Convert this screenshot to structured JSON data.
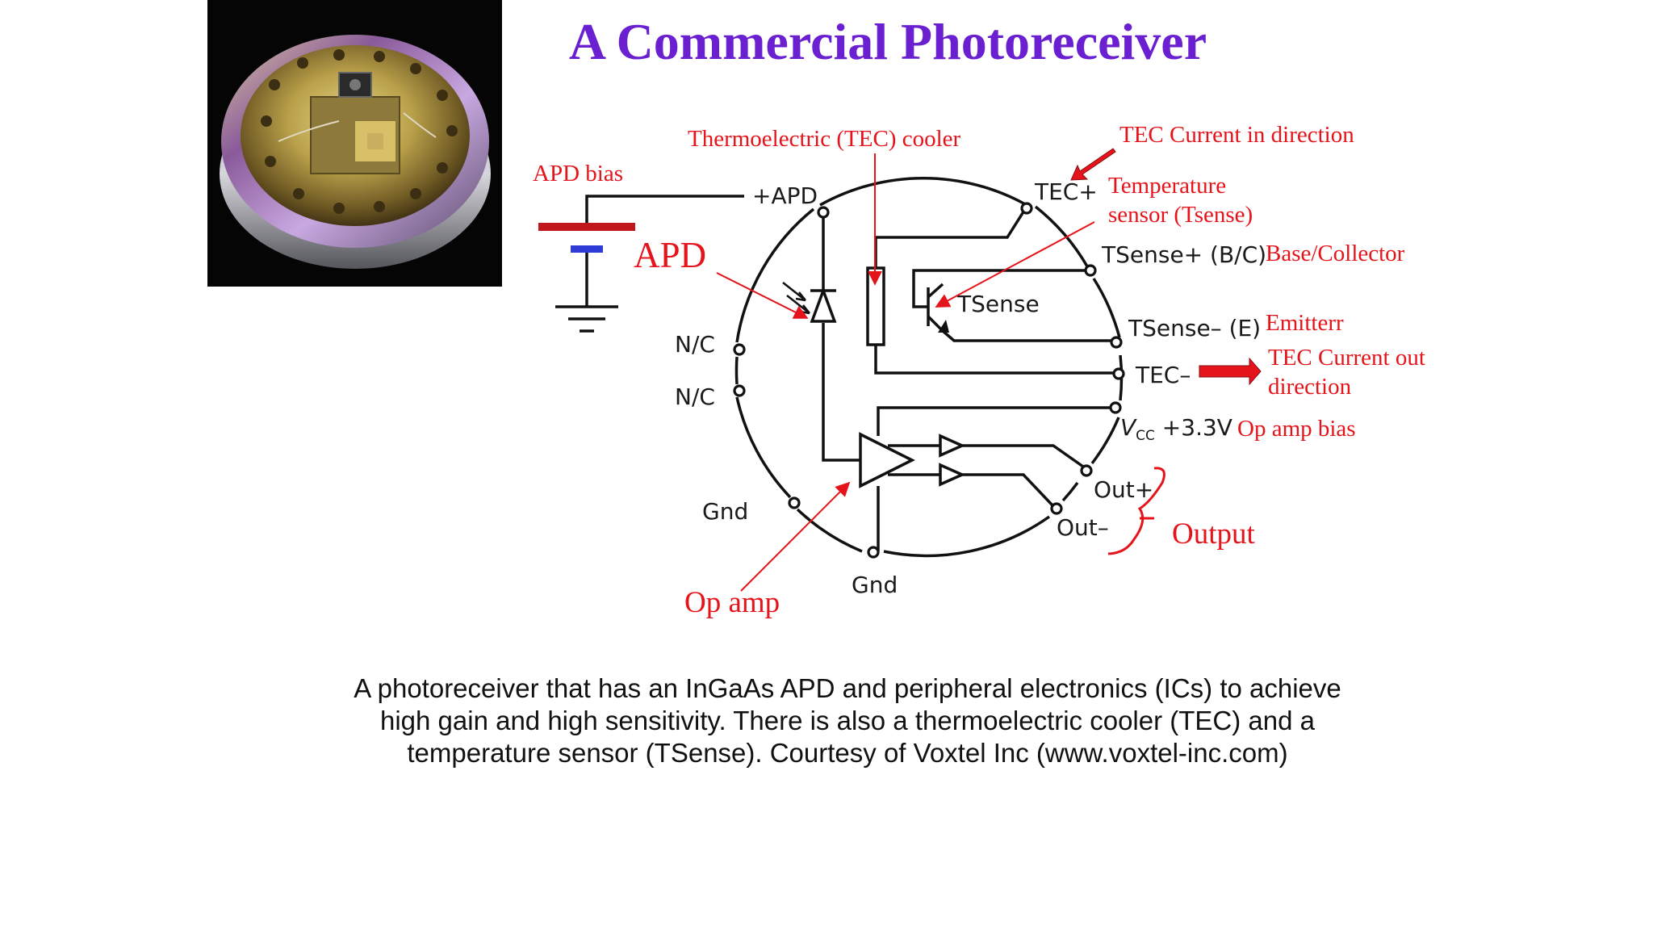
{
  "title": "A Commercial Photoreceiver",
  "annotations": {
    "apd_bias": "APD bias",
    "apd": "APD",
    "tec_cooler": "Thermoelectric (TEC) cooler",
    "tec_in": "TEC Current in direction",
    "temp_sensor_line1": "Temperature",
    "temp_sensor_line2": "sensor (Tsense)",
    "base_collector": "Base/Collector",
    "emitter": "Emitterr",
    "tec_out_line1": "TEC Current out",
    "tec_out_line2": "direction",
    "opamp_bias": "Op amp bias",
    "output": "Output",
    "op_amp": "Op amp"
  },
  "pins": {
    "apd_plus": "+APD",
    "tec_plus": "TEC+",
    "tsense_plus": "TSense+ (B/C)",
    "tsense_minus": "TSense– (E)",
    "tec_minus": "TEC–",
    "vcc_v": "V",
    "vcc_sub": "CC",
    "vcc_val": " +3.3V",
    "out_plus": "Out+",
    "out_minus": "Out–",
    "nc1": "N/C",
    "nc2": "N/C",
    "gnd_left": "Gnd",
    "gnd_bottom": "Gnd",
    "tsense_inner": "TSense"
  },
  "colors": {
    "title": "#6a1fd0",
    "annotation": "#e5141b",
    "battery_plate_top": "#c0161c",
    "battery_plate_bottom": "#2f3bd6"
  },
  "caption": {
    "line1": "A photoreceiver that has an InGaAs APD and peripheral electronics (ICs) to achieve",
    "line2": "high gain and high sensitivity. There is also a thermoelectric cooler (TEC) and a",
    "line3": "temperature sensor (TSense). Courtesy of Voxtel Inc (www.voxtel-inc.com)"
  }
}
